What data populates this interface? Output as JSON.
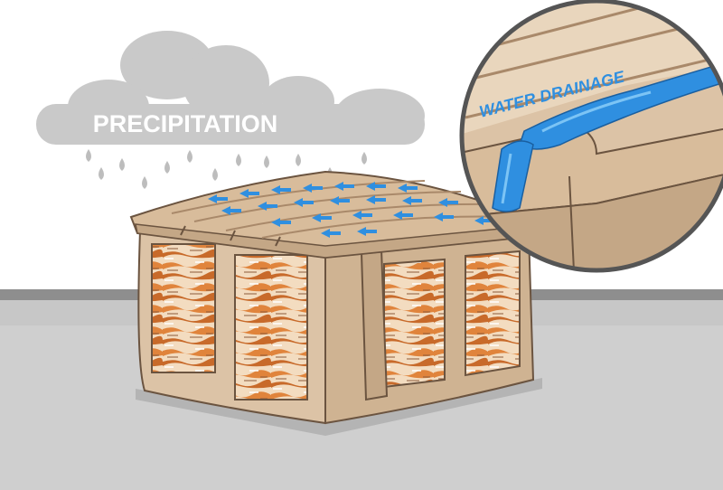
{
  "labels": {
    "precipitation": "PRECIPITATION",
    "water_drainage": "WATER DRAINAGE"
  },
  "colors": {
    "cloud": "#c9c9c9",
    "raindrop": "#bdbdbd",
    "ground": "#d2d2d2",
    "ground_edge": "#9a9a9a",
    "bale_tan": "#dcc3a6",
    "bale_shadow": "#c4a786",
    "bale_outline": "#6b5440",
    "water": "#2f8fe0",
    "water_light": "#7cc4f5",
    "insulation_orange": "#e0843c",
    "insulation_cream": "#f3dcc0"
  },
  "icons": {
    "cloud": "cloud-icon",
    "raindrop": "raindrop-icon",
    "flow_arrow": "flow-arrow-icon",
    "magnifier": "magnifier-callout"
  }
}
